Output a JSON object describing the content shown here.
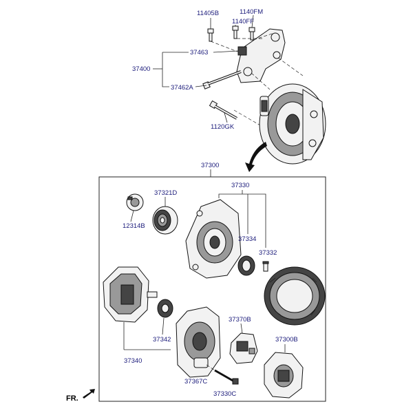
{
  "labels": {
    "l11405b": "11405B",
    "l1140ff": "1140FF",
    "l1140fm": "1140FM",
    "l37463": "37463",
    "l37400": "37400",
    "l37462a": "37462A",
    "l1120gk": "1120GK",
    "l37300": "37300",
    "l37321d": "37321D",
    "l12314b": "12314B",
    "l37330": "37330",
    "l37334": "37334",
    "l37332": "37332",
    "l37342": "37342",
    "l37340": "37340",
    "l37370b": "37370B",
    "l37300b": "37300B",
    "l37367c": "37367C",
    "l37330c": "37330C"
  },
  "direction": {
    "front_label": "FR."
  }
}
